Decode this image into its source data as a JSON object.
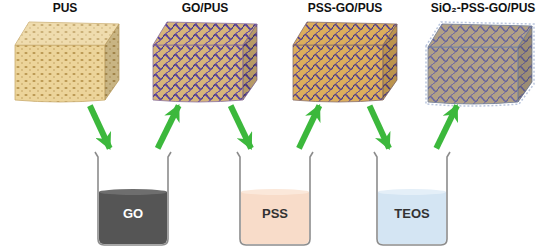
{
  "diagram": {
    "nodes": [
      {
        "text": [
          "PUS"
        ]
      },
      {
        "text": [
          "GO/PUS"
        ]
      },
      {
        "text": [
          "PSS-GO/PUS"
        ]
      },
      {
        "text": [
          "SiO₂-PSS-GO/PUS"
        ]
      },
      {
        "text": [
          "GO"
        ]
      },
      {
        "text": [
          "PSS"
        ]
      },
      {
        "text": [
          "TEOS"
        ]
      }
    ],
    "edges": [
      {
        "from": 0,
        "to": 4,
        "arrow": "to"
      },
      {
        "from": 4,
        "to": 1,
        "arrow": "to"
      },
      {
        "from": 1,
        "to": 5,
        "arrow": "to"
      },
      {
        "from": 5,
        "to": 2,
        "arrow": "to"
      },
      {
        "from": 2,
        "to": 6,
        "arrow": "to"
      },
      {
        "from": 6,
        "to": 3,
        "arrow": "to"
      }
    ]
  }
}
